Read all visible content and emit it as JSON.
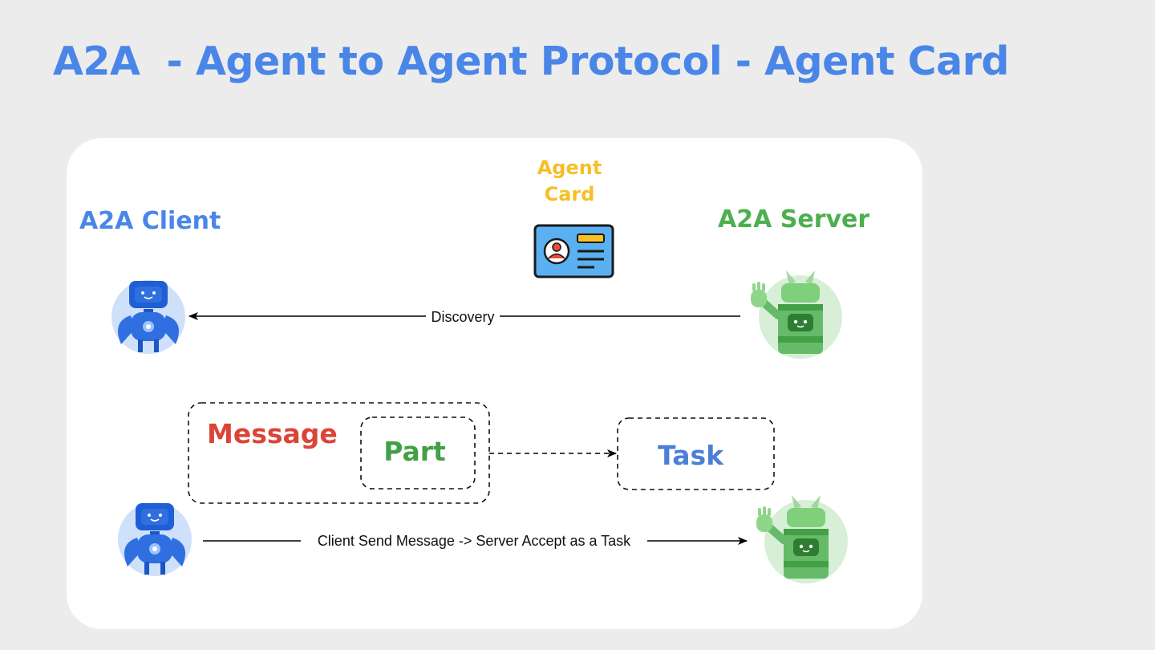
{
  "slide": {
    "title": "A2A  - Agent to Agent Protocol - Agent Card"
  },
  "diagram": {
    "client_label": "A2A Client",
    "server_label": "A2A Server",
    "agent_card_label_line1": "Agent",
    "agent_card_label_line2": "Card",
    "discovery_label": "Discovery",
    "send_label": "Client Send Message -> Server Accept as a Task",
    "message_label": "Message",
    "part_label": "Part",
    "task_label": "Task"
  },
  "icons": {
    "client_robot": "blue-robot-icon",
    "server_robot": "green-robot-icon",
    "agent_card": "id-card-icon"
  },
  "colors": {
    "title": "#4a86e8",
    "client": "#4a86e8",
    "server": "#4caf50",
    "agent_card": "#f6bf26",
    "message": "#db4437",
    "part": "#43a047",
    "task": "#4a7fd6"
  }
}
